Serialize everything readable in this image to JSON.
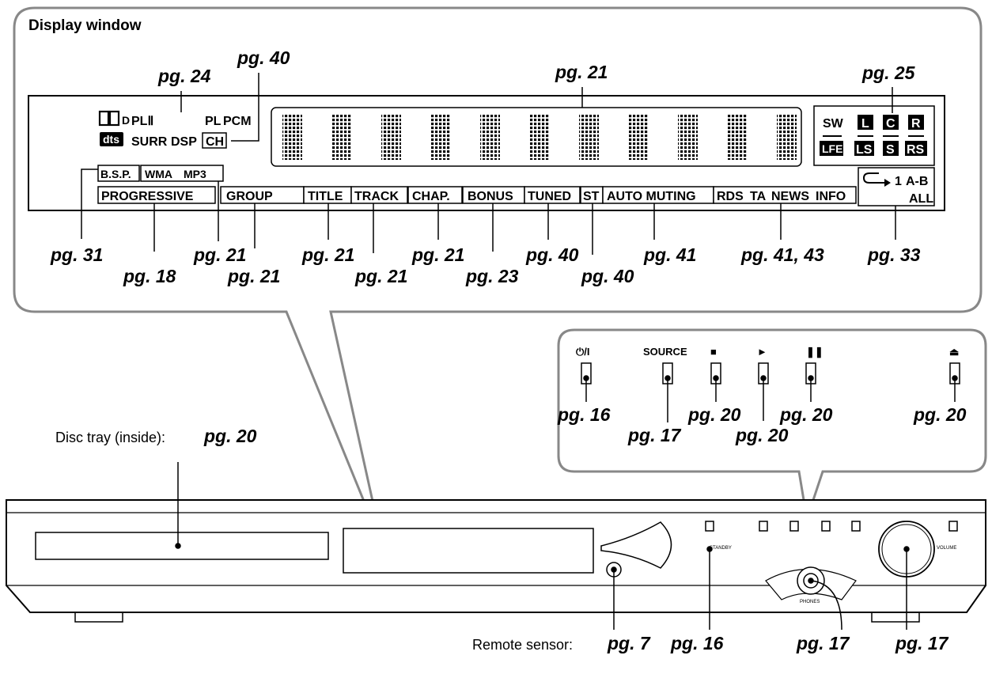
{
  "display_window": {
    "title": "Display window",
    "indicators": {
      "dolby_d": "D",
      "pl2": "PLⅡ",
      "pl": "PL",
      "pcm": "PCM",
      "dts": "dts",
      "surr": "SURR",
      "dsp": "DSP",
      "ch": "CH",
      "bsp": "B.S.P.",
      "wma": "WMA",
      "mp3": "MP3",
      "progressive": "PROGRESSIVE",
      "group": "GROUP",
      "title": "TITLE",
      "track": "TRACK",
      "chap": "CHAP.",
      "bonus": "BONUS",
      "tuned": "TUNED",
      "st": "ST",
      "auto_muting": "AUTO MUTING",
      "rds": "RDS",
      "ta": "TA",
      "news": "NEWS",
      "info": "INFO",
      "sw": "SW",
      "l": "L",
      "c": "C",
      "r": "R",
      "lfe": "LFE",
      "ls": "LS",
      "s": "S",
      "rs": "RS",
      "repeat_1": "1",
      "repeat_ab": "A-B",
      "repeat_all": "ALL"
    },
    "refs": {
      "dolby": "pg. 24",
      "ch": "pg. 40",
      "matrix": "pg. 21",
      "speakers": "pg. 25",
      "bsp": "pg. 31",
      "progressive": "pg. 18",
      "mp3": "pg. 21",
      "group": "pg. 21",
      "title": "pg. 21",
      "track": "pg. 21",
      "chap": "pg. 21",
      "bonus": "pg. 23",
      "tuned": "pg. 40",
      "st": "pg. 40",
      "auto_muting": "pg. 41",
      "rds": "pg. 41, 43",
      "repeat": "pg. 33"
    }
  },
  "top_panel": {
    "buttons": {
      "power": "⏻/I",
      "source": "SOURCE",
      "stop": "■",
      "play": "►",
      "pause": "❚❚",
      "eject": "⏏"
    },
    "refs": {
      "power": "pg. 16",
      "source": "pg. 17",
      "stop": "pg. 20",
      "play": "pg. 20",
      "pause": "pg. 20",
      "eject": "pg. 20"
    }
  },
  "front_panel": {
    "disc_tray_label": "Disc tray (inside): ",
    "disc_tray_ref": "pg. 20",
    "remote_sensor_label": "Remote sensor: ",
    "remote_sensor_ref": "pg. 7",
    "standby_ref": "pg. 16",
    "phones_ref": "pg. 17",
    "volume_ref": "pg. 17",
    "standby_text": "STANDBY",
    "phones_text": "PHONES",
    "volume_text": "VOLUME"
  }
}
